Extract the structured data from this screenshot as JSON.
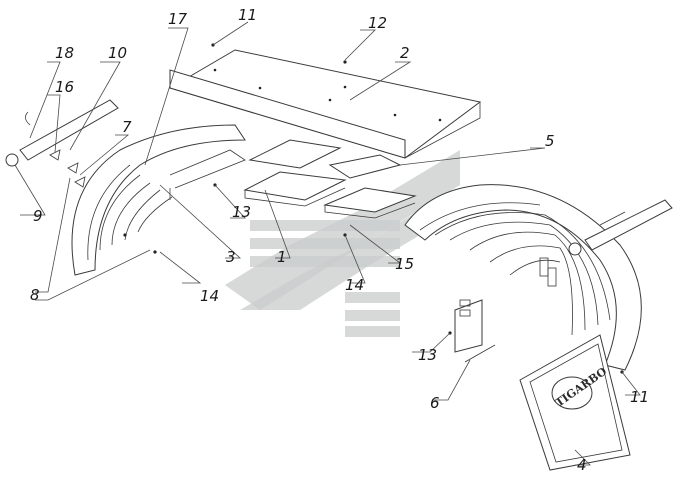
{
  "diagram": {
    "callouts": {
      "c1": "1",
      "c2": "2",
      "c3": "3",
      "c4": "4",
      "c5": "5",
      "c6": "6",
      "c7": "7",
      "c8": "8",
      "c9": "9",
      "c10": "10",
      "c11a": "11",
      "c11b": "11",
      "c12": "12",
      "c13a": "13",
      "c13b": "13",
      "c14a": "14",
      "c14b": "14",
      "c15": "15",
      "c16": "16",
      "c17": "17",
      "c18": "18"
    },
    "mudflap_logo": "TIGARBO"
  }
}
